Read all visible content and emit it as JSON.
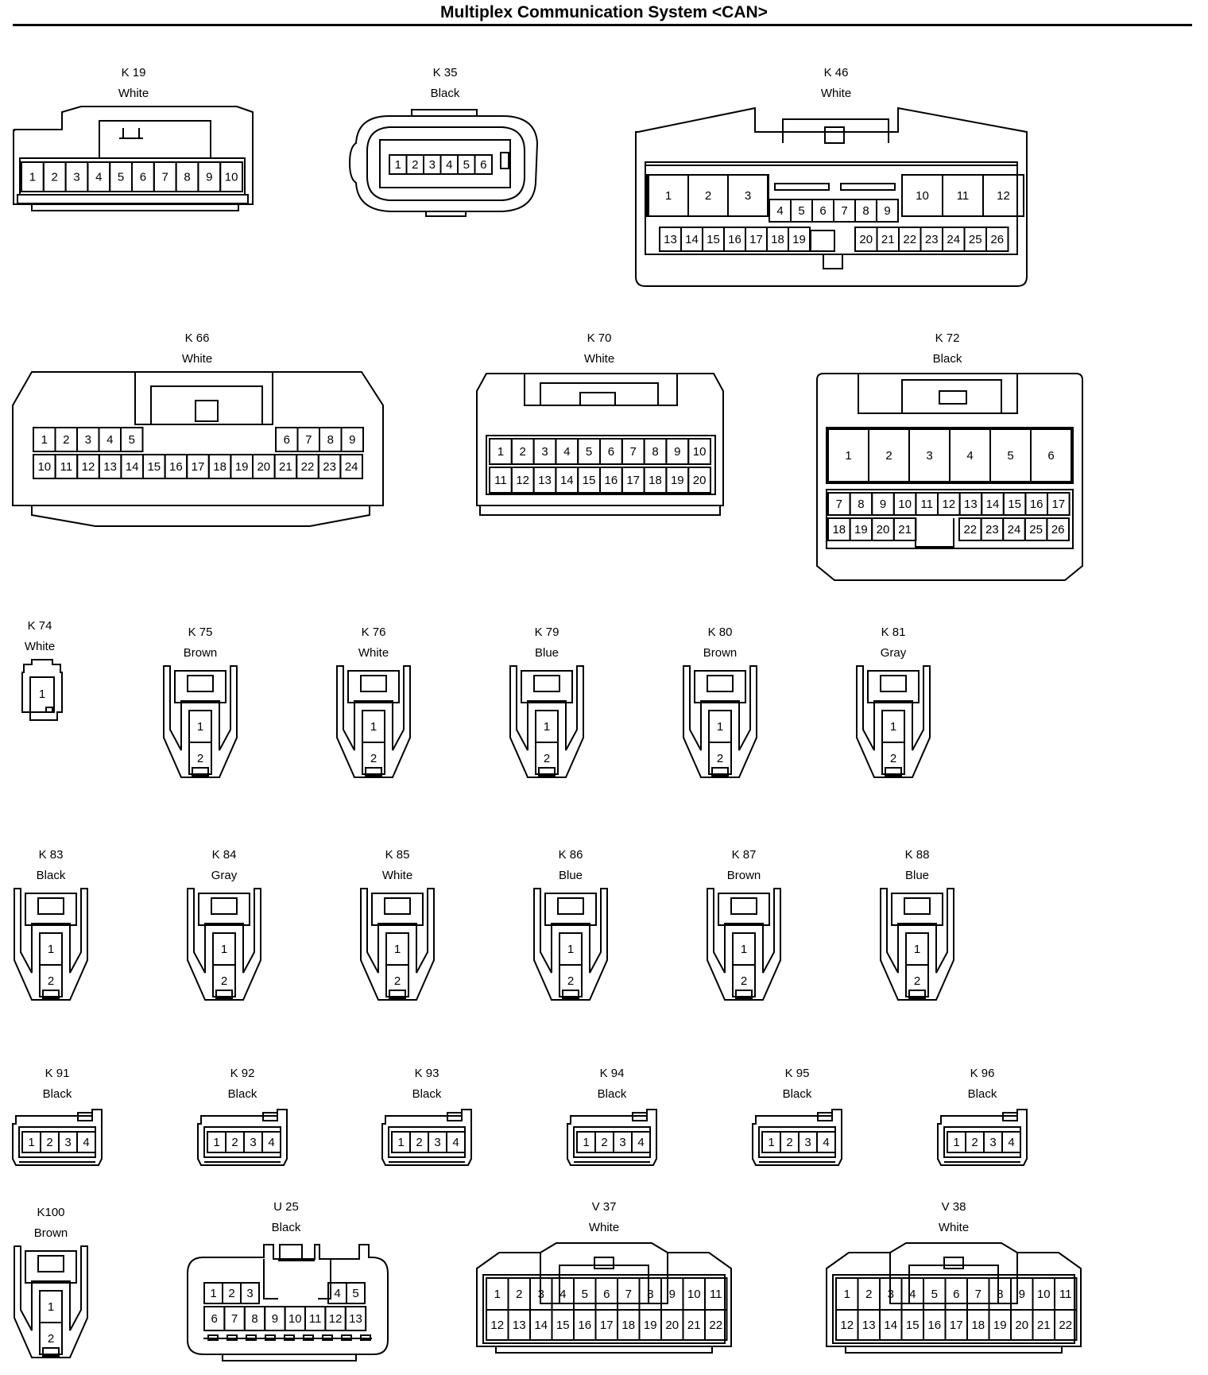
{
  "title": "Multiplex Communication System <CAN>",
  "connectors": [
    {
      "id": "K 19",
      "color": "White"
    },
    {
      "id": "K 35",
      "color": "Black"
    },
    {
      "id": "K 46",
      "color": "White"
    },
    {
      "id": "K 66",
      "color": "White"
    },
    {
      "id": "K 70",
      "color": "White"
    },
    {
      "id": "K 72",
      "color": "Black"
    },
    {
      "id": "K 74",
      "color": "White"
    },
    {
      "id": "K 75",
      "color": "Brown"
    },
    {
      "id": "K 76",
      "color": "White"
    },
    {
      "id": "K 79",
      "color": "Blue"
    },
    {
      "id": "K 80",
      "color": "Brown"
    },
    {
      "id": "K 81",
      "color": "Gray"
    },
    {
      "id": "K 83",
      "color": "Black"
    },
    {
      "id": "K 84",
      "color": "Gray"
    },
    {
      "id": "K 85",
      "color": "White"
    },
    {
      "id": "K 86",
      "color": "Blue"
    },
    {
      "id": "K 87",
      "color": "Brown"
    },
    {
      "id": "K 88",
      "color": "Blue"
    },
    {
      "id": "K 91",
      "color": "Black"
    },
    {
      "id": "K 92",
      "color": "Black"
    },
    {
      "id": "K 93",
      "color": "Black"
    },
    {
      "id": "K 94",
      "color": "Black"
    },
    {
      "id": "K 95",
      "color": "Black"
    },
    {
      "id": "K 96",
      "color": "Black"
    },
    {
      "id": "K100",
      "color": "Brown"
    },
    {
      "id": "U 25",
      "color": "Black"
    },
    {
      "id": "V 37",
      "color": "White"
    },
    {
      "id": "V 38",
      "color": "White"
    }
  ]
}
